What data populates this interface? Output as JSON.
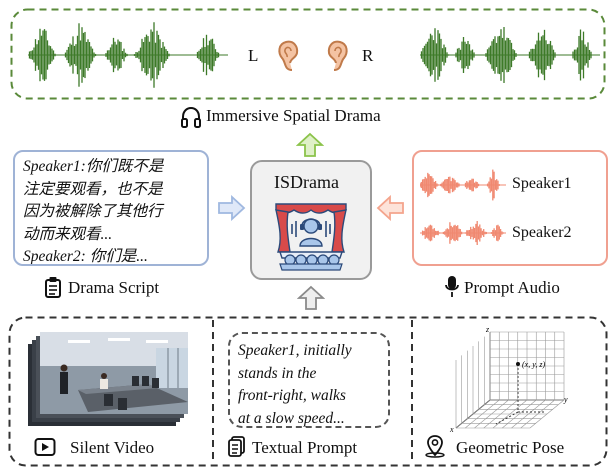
{
  "top_panel": {
    "left_ear_label": "L",
    "right_ear_label": "R",
    "caption": "Immersive Spatial Drama",
    "waveform_color": "#3d7a28",
    "border_color": "#5a8a3a"
  },
  "center": {
    "title": "ISDrama"
  },
  "drama_script": {
    "lines": [
      "Speaker1:你们既不是",
      "注定要观看，也不是",
      "因为被解除了其他行",
      "动而来观看...",
      "Speaker2: 你们是..."
    ],
    "caption": "Drama Script",
    "border_color": "#9fb3d6"
  },
  "prompt_audio": {
    "speakers": [
      "Speaker1",
      "Speaker2"
    ],
    "caption": "Prompt Audio",
    "waveform_color": "#f08870",
    "border_color": "#f0a090"
  },
  "bottom_panel": {
    "silent_video_caption": "Silent Video",
    "textual_prompt_lines": [
      "Speaker1, initially",
      "stands in the",
      "front-right, walks",
      "at a slow speed..."
    ],
    "textual_prompt_caption": "Textual Prompt",
    "geometric_pose_caption": "Geometric Pose",
    "axis_labels": {
      "z": "z",
      "y": "y",
      "x": "x",
      "point": "(x, y, z)"
    }
  },
  "arrows": {
    "up_color": "#8bc34a",
    "right_color": "#9fb8e0",
    "left_color": "#f4a48c",
    "bottom_up_color": "#9a9a9a"
  }
}
